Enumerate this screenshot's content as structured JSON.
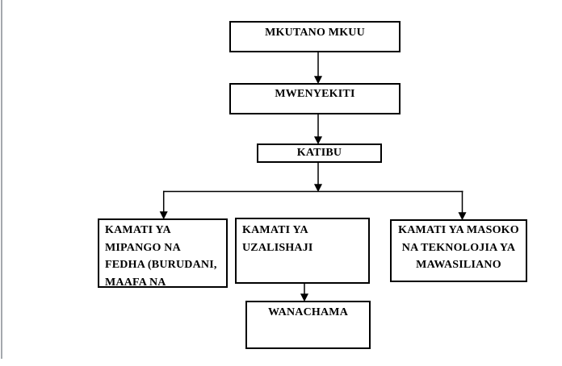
{
  "page": {
    "background": "#ffffff",
    "left_edge_color": "#a4a8ad",
    "line_color": "#000000",
    "text_color": "#000000"
  },
  "diagram": {
    "type": "org-chart",
    "nodes": {
      "mkutano_mkuu": {
        "lines": [
          "MKUTANO MKUU"
        ]
      },
      "mwenyekiti": {
        "lines": [
          "MWENYEKITI"
        ]
      },
      "katibu": {
        "lines": [
          "KATIBU"
        ]
      },
      "kamati_mipango": {
        "lines": [
          "KAMATI YA",
          "MIPANGO NA",
          "FEDHA (BURUDANI,",
          "MAAFA NA"
        ]
      },
      "kamati_uzalishaji": {
        "lines": [
          "KAMATI YA",
          "UZALISHAJI"
        ]
      },
      "kamati_masoko": {
        "lines": [
          "KAMATI YA MASOKO",
          "NA TEKNOLOJIA YA",
          "MAWASILIANO"
        ]
      },
      "wanachama": {
        "lines": [
          "WANACHAMA"
        ]
      }
    },
    "edges": [
      {
        "from": "mkutano_mkuu",
        "to": "mwenyekiti",
        "arrow": true
      },
      {
        "from": "mwenyekiti",
        "to": "katibu",
        "arrow": true
      },
      {
        "from": "katibu",
        "to": "branch-junction",
        "arrow": true
      },
      {
        "from": "branch-junction",
        "to": "kamati_mipango",
        "arrow": true
      },
      {
        "from": "branch-junction",
        "to": "kamati_masoko",
        "arrow": true
      },
      {
        "from": "kamati_uzalishaji",
        "to": "wanachama",
        "arrow": true
      }
    ]
  }
}
